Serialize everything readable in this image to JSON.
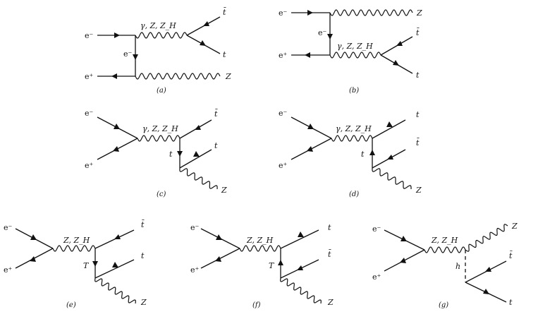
{
  "labels": {
    "e_minus": "e⁻",
    "e_plus": "e⁺",
    "t": "t",
    "t_bar": "t̄",
    "Z": "Z",
    "h": "h",
    "T": "T",
    "gamma_Z_ZH": "γ, Z, Z_H",
    "Z_ZH": "Z, Z_H"
  },
  "captions": {
    "a": "(a)",
    "b": "(b)",
    "c": "(c)",
    "d": "(d)",
    "e": "(e)",
    "f": "(f)",
    "g": "(g)"
  }
}
